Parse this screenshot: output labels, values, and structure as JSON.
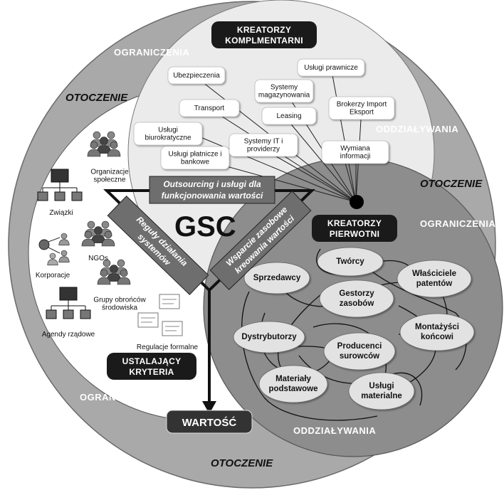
{
  "environment": {
    "otoczenie_left": "OTOCZENIE",
    "otoczenie_right": "OTOCZENIE",
    "otoczenie_bottom": "OTOCZENIE",
    "ograniczenia_top": "OGRANICZENIA",
    "ograniczenia_right": "OGRANICZENIA",
    "ograniczenia_bottom": "OGRANICZENIA",
    "oddzialywania_top": "ODDZIAŁYWANIA",
    "oddzialywania_bottom": "ODDZIAŁYWANIA"
  },
  "complementary": {
    "title_line1": "KREATORZY",
    "title_line2": "KOMPLMENTARNI",
    "items": [
      {
        "lines": [
          "Ubezpieczenia"
        ]
      },
      {
        "lines": [
          "Transport"
        ]
      },
      {
        "lines": [
          "Usługi",
          "biurokratyczne"
        ]
      },
      {
        "lines": [
          "Usługi płatnicze i",
          "bankowe"
        ]
      },
      {
        "lines": [
          "Systemy",
          "magazynowania"
        ]
      },
      {
        "lines": [
          "Leasing"
        ]
      },
      {
        "lines": [
          "Systemy IT i",
          "providerzy"
        ]
      },
      {
        "lines": [
          "Usługi prawnicze"
        ]
      },
      {
        "lines": [
          "Brokerzy Import",
          "Eksport"
        ]
      },
      {
        "lines": [
          "Wymiana",
          "informacji"
        ]
      }
    ]
  },
  "primary": {
    "title_line1": "KREATORZY",
    "title_line2": "PIERWOTNI",
    "actors": [
      {
        "lines": [
          "Twórcy"
        ]
      },
      {
        "lines": [
          "Sprzedawcy"
        ]
      },
      {
        "lines": [
          "Właściciele",
          "patentów"
        ]
      },
      {
        "lines": [
          "Gestorzy",
          "zasobów"
        ]
      },
      {
        "lines": [
          "Dystrybutorzy"
        ]
      },
      {
        "lines": [
          "Montażyści",
          "końcowi"
        ]
      },
      {
        "lines": [
          "Producenci",
          "surowców"
        ]
      },
      {
        "lines": [
          "Materiały",
          "podstawowe"
        ]
      },
      {
        "lines": [
          "Usługi",
          "materialne"
        ]
      }
    ]
  },
  "criteria": {
    "title_line1": "USTALAJĄCY",
    "title_line2": "KRYTERIA",
    "actors": [
      {
        "lines": [
          "Organizacje",
          "społeczne"
        ]
      },
      {
        "lines": [
          "Związki"
        ]
      },
      {
        "lines": [
          "NGOs"
        ]
      },
      {
        "lines": [
          "Korporacje"
        ]
      },
      {
        "lines": [
          "Grupy obrońców",
          "środowiska"
        ]
      },
      {
        "lines": [
          "Agendy rządowe"
        ]
      },
      {
        "lines": [
          "Regulacje formalne"
        ]
      }
    ]
  },
  "center": {
    "gsc": "GSC",
    "outsourcing_line1": "Outsourcing i usługi dla",
    "outsourcing_line2": "funkcjonowania wartości",
    "reguly_line1": "Reguły działania",
    "reguly_line2": "systemów",
    "wsparcie_line1": "Wsparcie zasobowe",
    "wsparcie_line2": "kreowania wartości",
    "wartosc": "WARTOŚĆ"
  },
  "colors": {
    "outer_ring": "#a9a9a9",
    "complementary_circle": "#e9e9e9",
    "primary_circle": "#8d8d8d",
    "criteria_circle": "#ffffff",
    "dark_box": "#1a1a1a",
    "band": "#6e6e6e",
    "oval": "#e2e2e2"
  }
}
